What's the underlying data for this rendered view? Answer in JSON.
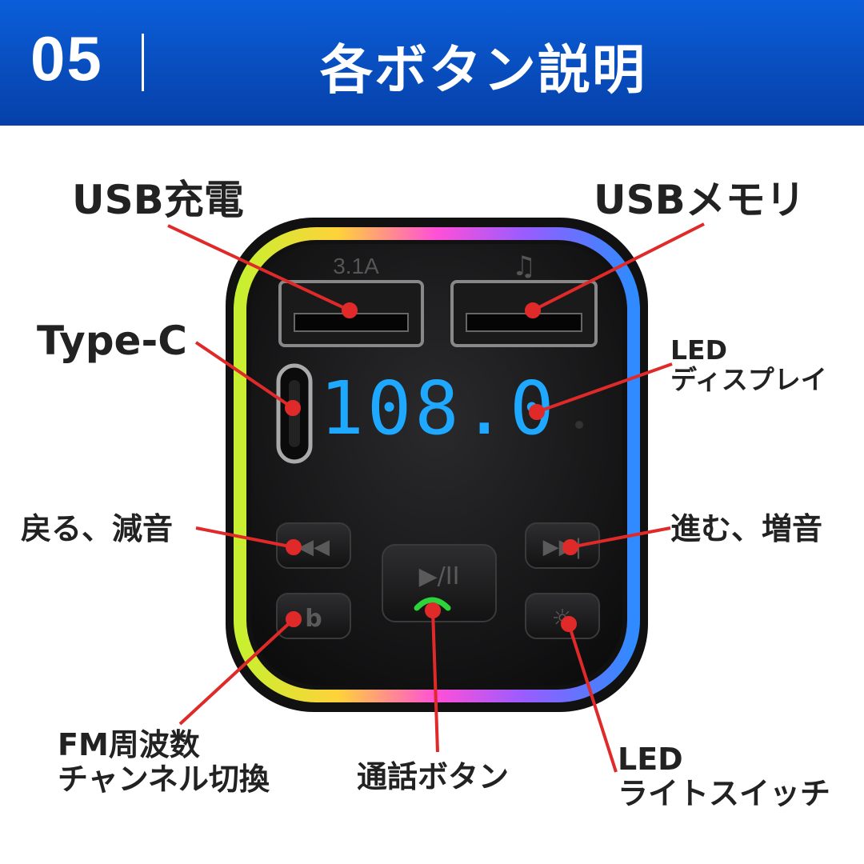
{
  "header": {
    "number": "05",
    "title": "各ボタン説明"
  },
  "device": {
    "port_left_label": "3.1A",
    "port_right_label": "♫",
    "display_value": "108.0",
    "play_pause_symbol": "▶/II",
    "prev_symbol": "◀◀",
    "next_symbol": "▶▶|",
    "fm_button_symbol": "b",
    "led_button_symbol": "☼"
  },
  "callouts": {
    "usb_charge": "USB充電",
    "usb_memory": "USBメモリ",
    "type_c": "Type-C",
    "led_display_line1": "LED",
    "led_display_line2": "ディスプレイ",
    "back_vol_down": "戻る、減音",
    "next_vol_up": "進む、増音",
    "fm_line1": "FM周波数",
    "fm_line2": "チャンネル切換",
    "call_button": "通話ボタン",
    "led_switch_line1": "LED",
    "led_switch_line2": "ライトスイッチ"
  },
  "colors": {
    "header_blue": "#0a52c8",
    "callout_red": "#e02a2a",
    "display_cyan": "#1fa8ff"
  }
}
